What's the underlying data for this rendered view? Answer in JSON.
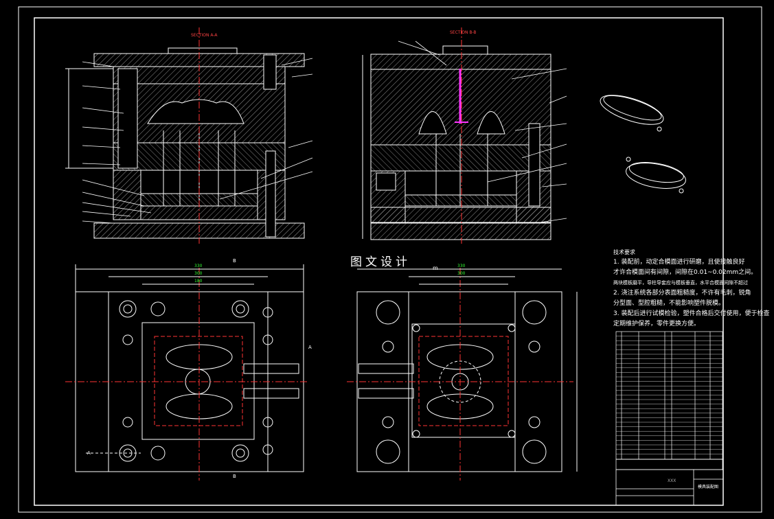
{
  "drawing": {
    "section_a_title": "SECTION A-A",
    "section_b_title": "SECTION B-B",
    "view_marker_a": "A",
    "view_marker_b": "B",
    "dim_top_330": "330",
    "dim_top_300": "300",
    "dim_top_180": "180",
    "dim_right_330": "330",
    "dim_right_300": "300",
    "title_block_name": "XXX",
    "title_block_sheet": "模具装配图"
  },
  "watermark": {
    "text": "图文设计",
    "suffix": "m"
  },
  "tech_notes": {
    "heading": "技术要求",
    "lines": [
      "1. 装配前，动定合模面进行研磨，且使接触良好",
      "才许合模面间有间隙，间隙在0.01~0.02mm之间。",
      "两块模板磨平，导柱导套应与模板垂直，水平合模面间隙不超过",
      "2. 浇注系统各部分表面粗糙度，不许有毛刺，锐角",
      "分型面、型腔粗糙，不能影响塑件脱模。",
      "3. 装配后进行试模检验，塑件合格后交付使用，便于检查",
      "定期维护保养，零件更换方便。"
    ]
  },
  "colors": {
    "background": "#000000",
    "line": "#ffffff",
    "center_line": "#ff3333",
    "dimension": "#33ff33",
    "sprue": "#ff33ff"
  }
}
